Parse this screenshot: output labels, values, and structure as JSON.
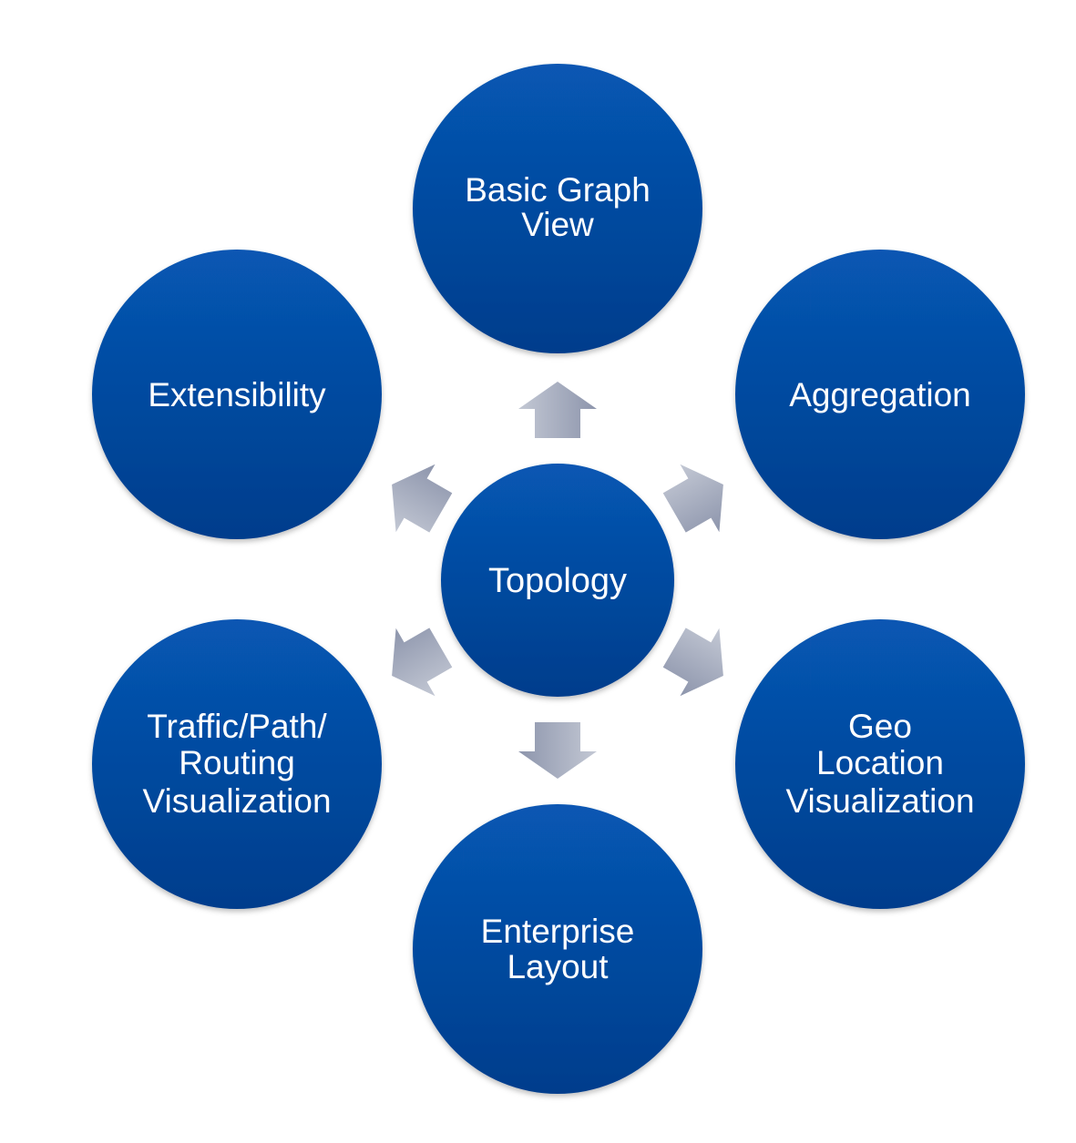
{
  "diagram": {
    "center": {
      "label": [
        "Topology"
      ]
    },
    "satellites": [
      {
        "id": "basic-graph-view",
        "label": [
          "Basic Graph",
          "View"
        ]
      },
      {
        "id": "aggregation",
        "label": [
          "Aggregation"
        ]
      },
      {
        "id": "geo-location-visualization",
        "label": [
          "Geo",
          "Location",
          "Visualization"
        ]
      },
      {
        "id": "enterprise-layout",
        "label": [
          "Enterprise",
          "Layout"
        ]
      },
      {
        "id": "traffic-path-routing-visualization",
        "label": [
          "Traffic/Path/",
          "Routing",
          "Visualization"
        ]
      },
      {
        "id": "extensibility",
        "label": [
          "Extensibility"
        ]
      }
    ],
    "colors": {
      "circle_top": "#0757b3",
      "circle_bottom": "#033d8c",
      "arrow_light": "#c3c8d4",
      "arrow_dark": "#8d95ac",
      "text": "#ffffff"
    }
  }
}
